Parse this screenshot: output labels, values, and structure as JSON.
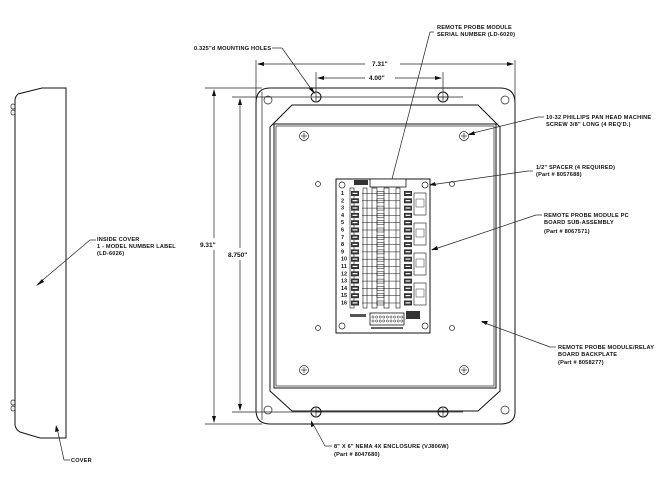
{
  "drawing": {
    "callouts": {
      "mounting_holes": "0.325\"d MOUNTING HOLES",
      "serial_line1": "REMOTE PROBE MODULE",
      "serial_line2": "SERIAL NUMBER (LD-6020)",
      "screw_line1": "10-32 PHILLIPS PAN HEAD MACHINE",
      "screw_line2": "SCREW 3/8\" LONG (4 REQ'D.)",
      "spacer_line1": "1/2\" SPACER (4 REQUIRED)",
      "spacer_line2": "(Part # 8057688)",
      "pcb_line1": "REMOTE PROBE MODULE PC",
      "pcb_line2": "BOARD SUB-ASSEMBLY",
      "pcb_line3": "(Part # 8067571)",
      "backplate_line1": "REMOTE PROBE MODULE/RELAY",
      "backplate_line2": "BOARD BACKPLATE",
      "backplate_line3": "(Part # 8058277)",
      "enclosure_line1": "8\" X 6\" NEMA 4X ENCLOSURE (VJ806W)",
      "enclosure_line2": "(Part # 8047680)",
      "inside_cover_line1": "INSIDE COVER",
      "inside_cover_line2": "1 - MODEL NUMBER LABEL",
      "inside_cover_line3": "(LD-6026)",
      "cover": "COVER"
    },
    "dimensions": {
      "overall_width": "7.31\"",
      "hole_spacing": "4.00\"",
      "overall_height": "9.31\"",
      "inner_height": "8.750\""
    },
    "terminal_numbers": [
      "1",
      "2",
      "3",
      "4",
      "5",
      "6",
      "7",
      "8",
      "9",
      "10",
      "11",
      "12",
      "13",
      "14",
      "15",
      "16"
    ]
  }
}
